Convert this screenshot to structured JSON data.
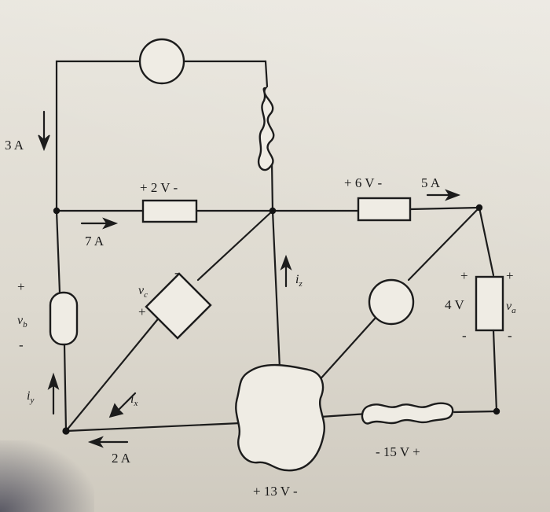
{
  "labels": {
    "current_top_left": "3 A",
    "current_7a": "7 A",
    "current_5a": "5 A",
    "current_2a": "2 A",
    "voltage_2v": "+ 2 V -",
    "voltage_6v": "+ 6 V -",
    "voltage_4v": "4 V",
    "voltage_15v": "- 15 V +",
    "voltage_13v": "+ 13 V -",
    "va": "v",
    "va_sub": "a",
    "vb": "v",
    "vb_sub": "b",
    "vc": "v",
    "vc_sub": "c",
    "ix": "i",
    "ix_sub": "x",
    "iy": "i",
    "iy_sub": "y",
    "iz": "i",
    "iz_sub": "z",
    "plus": "+",
    "minus": "-"
  }
}
